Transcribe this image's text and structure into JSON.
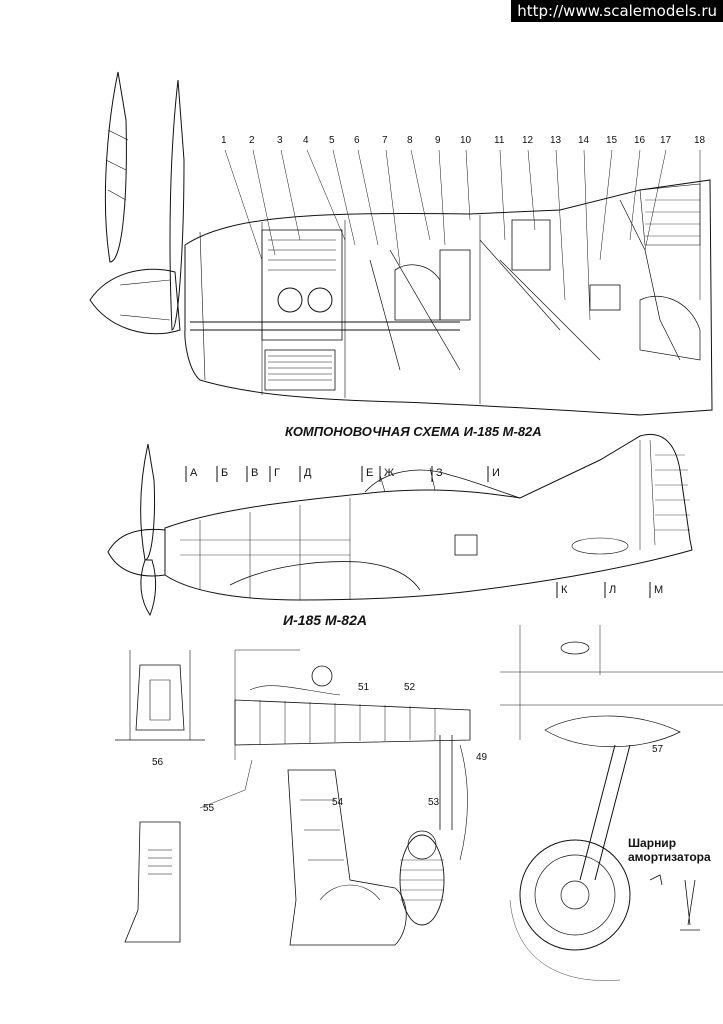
{
  "watermark": "http://www.scalemodels.ru",
  "top_caption": "КОМПОНОВОЧНАЯ СХЕМА И-185 М-82А",
  "mid_caption": "И-185 М-82А",
  "callouts_top": [
    "1",
    "2",
    "3",
    "4",
    "5",
    "6",
    "7",
    "8",
    "9",
    "10",
    "11",
    "12",
    "13",
    "14",
    "15",
    "16",
    "17",
    "18"
  ],
  "stations_upper": [
    "А",
    "Б",
    "В",
    "Г",
    "Д",
    "Е",
    "Ж",
    "З",
    "И"
  ],
  "stations_lower": [
    "К",
    "Л",
    "М"
  ],
  "detail_numbers": {
    "d56": "56",
    "d55": "55",
    "d54": "54",
    "d53": "53",
    "d51": "51",
    "d52": "52",
    "d49": "49",
    "d57": "57"
  },
  "hinge_note": {
    "line1": "Шарнир",
    "line2": "амортизатора"
  }
}
